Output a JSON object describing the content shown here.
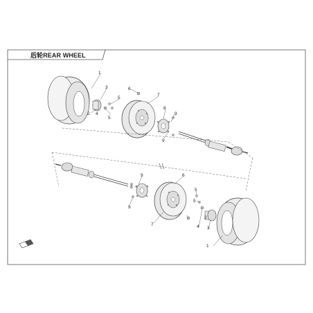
{
  "title": {
    "cn": "后轮",
    "en": "REAR WHEEL"
  },
  "callouts": [
    "1",
    "2",
    "3",
    "4",
    "5",
    "6",
    "7",
    "8",
    "9"
  ],
  "colors": {
    "line": "#3a3a3a",
    "part_fill": "#e8e8e8",
    "tire_fill": "#ececec",
    "frame": "#555555"
  }
}
